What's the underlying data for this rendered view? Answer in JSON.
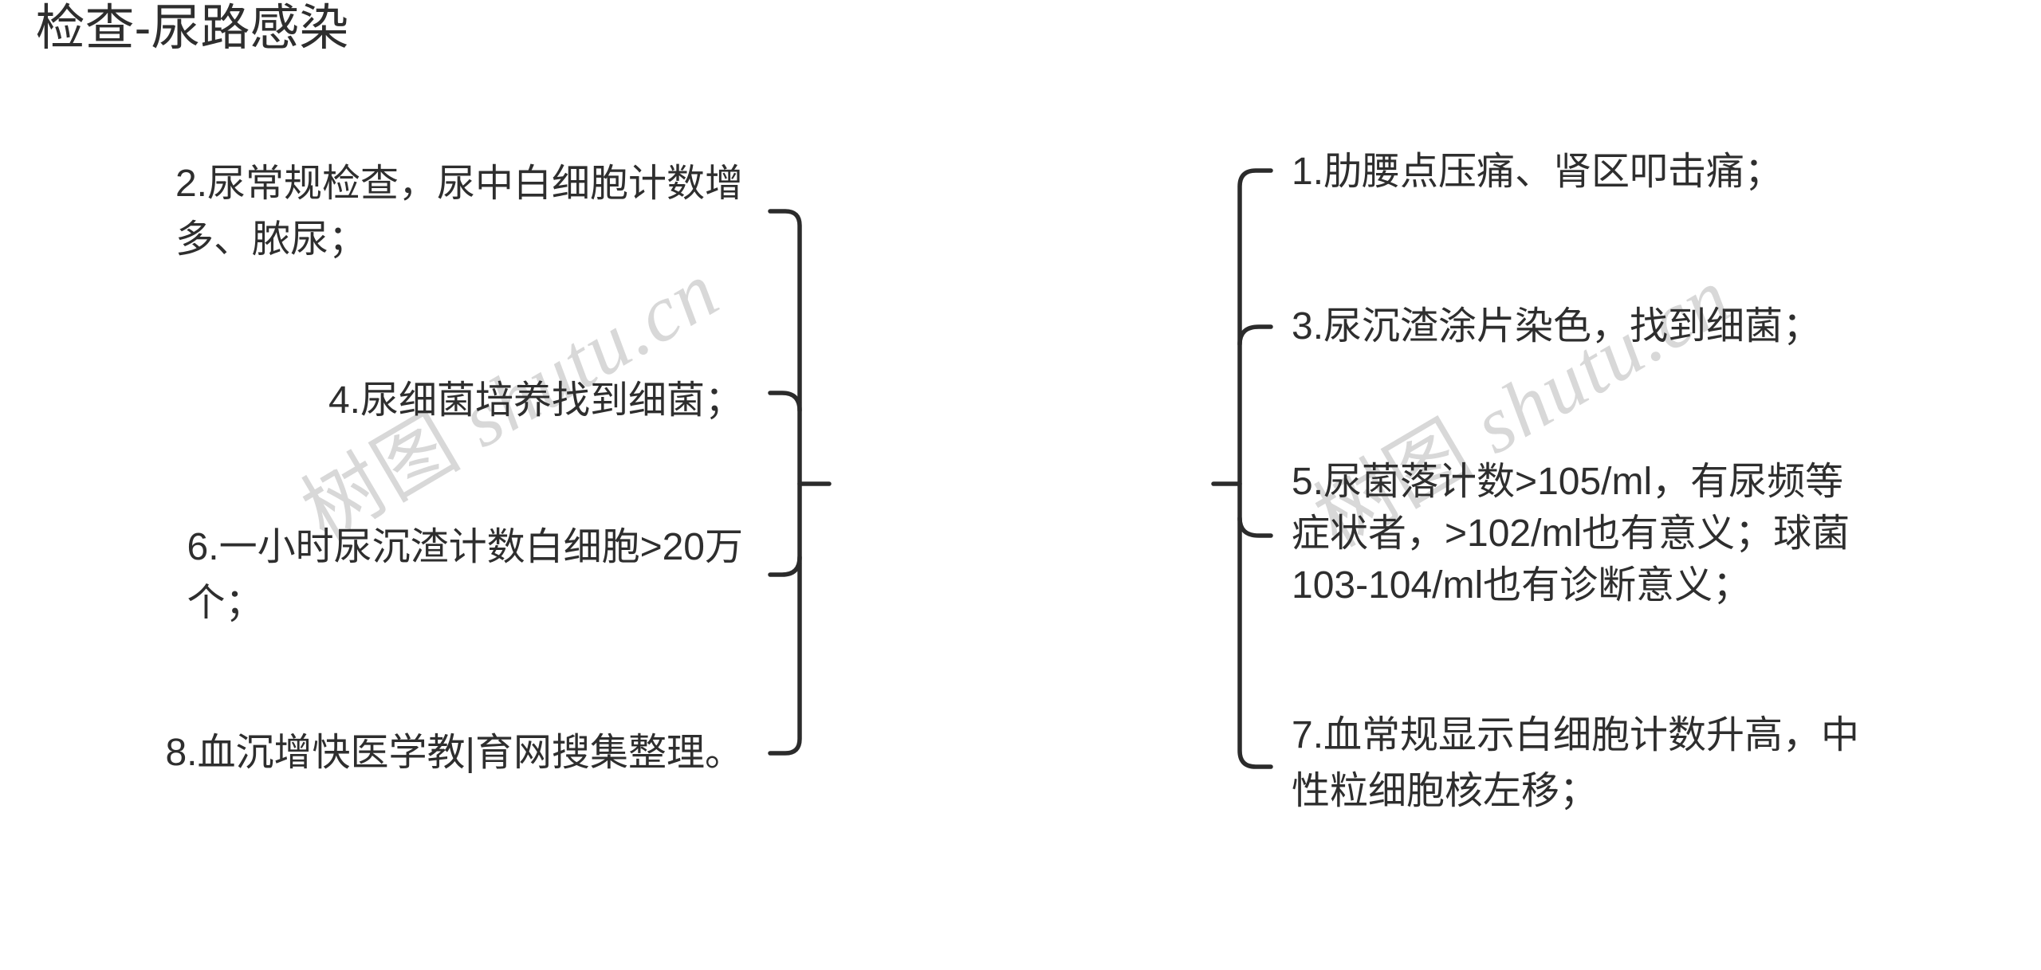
{
  "colors": {
    "background": "#ffffff",
    "text": "#2e2e2e",
    "connector": "#2b2b2b",
    "watermark": "#d8d8d8"
  },
  "root": {
    "label": "检查-尿路感染"
  },
  "left_branch": [
    {
      "lines": [
        "2.尿常规检查，尿中白细胞计数增",
        "多、脓尿；"
      ]
    },
    {
      "lines": [
        "4.尿细菌培养找到细菌；"
      ]
    },
    {
      "lines": [
        "6.一小时尿沉渣计数白细胞>20万",
        "个；"
      ]
    },
    {
      "lines": [
        "8.血沉增快医学教|育网搜集整理。"
      ]
    }
  ],
  "right_branch": [
    {
      "lines": [
        "1.肋腰点压痛、肾区叩击痛；"
      ]
    },
    {
      "lines": [
        "3.尿沉渣涂片染色，找到细菌；"
      ]
    },
    {
      "lines": [
        "5.尿菌落计数>105/ml，有尿频等",
        "症状者，>102/ml也有意义；球菌",
        "103-104/ml也有诊断意义；"
      ]
    },
    {
      "lines": [
        "7.血常规显示白细胞计数升高，中",
        "性粒细胞核左移；"
      ]
    }
  ],
  "watermark": {
    "cjk": "树图",
    "latin": "shutu.cn"
  }
}
